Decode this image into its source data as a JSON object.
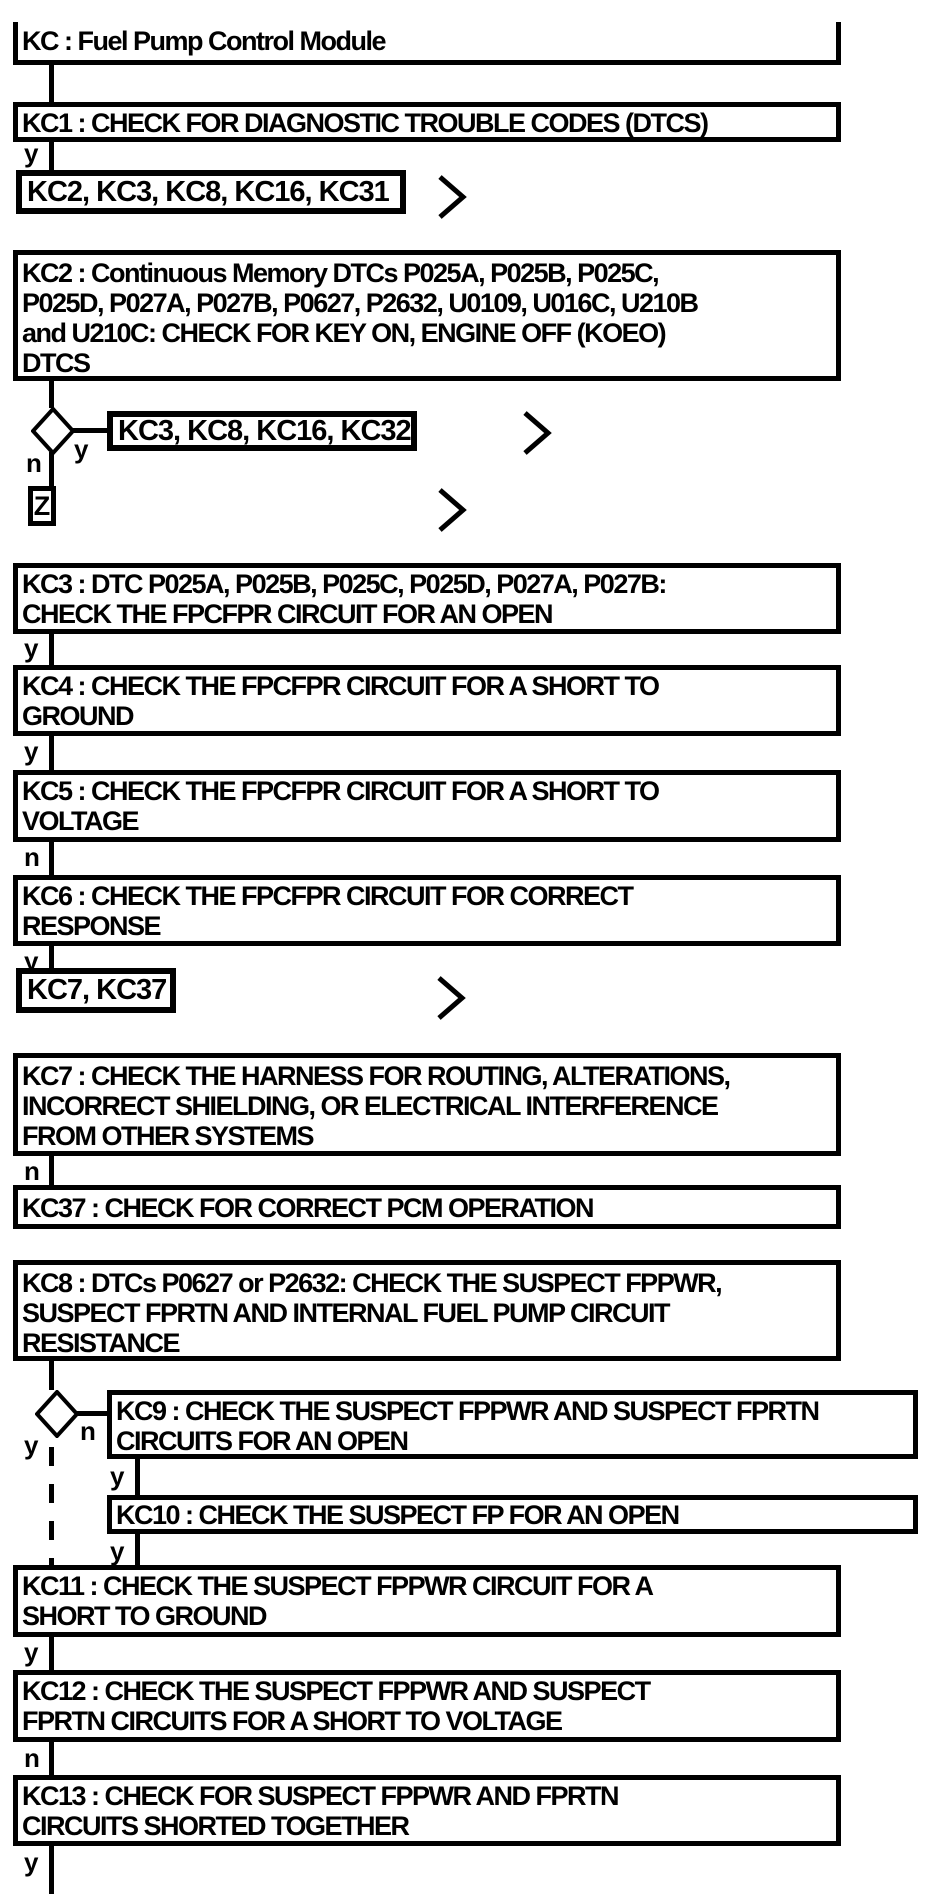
{
  "diagram": {
    "title": {
      "text": "KC : Fuel Pump Control Module"
    },
    "labels": {
      "yes": "y",
      "no": "n"
    },
    "offpage_connector": "Z",
    "links": {
      "l1": "KC2, KC3, KC8, KC16, KC31",
      "l2": "KC3, KC8, KC16, KC32",
      "l3": "KC7, KC37"
    },
    "steps": {
      "kc1": {
        "lines": [
          "KC1 : CHECK FOR DIAGNOSTIC TROUBLE CODES (DTCS)"
        ]
      },
      "kc2": {
        "lines": [
          "KC2 : Continuous Memory DTCs P025A, P025B, P025C,",
          "P025D, P027A, P027B, P0627, P2632, U0109, U016C, U210B",
          "and U210C: CHECK FOR KEY ON, ENGINE OFF (KOEO)",
          "DTCS"
        ]
      },
      "kc3": {
        "lines": [
          "KC3 : DTC P025A, P025B, P025C, P025D, P027A, P027B:",
          "CHECK THE FPCFPR CIRCUIT FOR AN OPEN"
        ]
      },
      "kc4": {
        "lines": [
          "KC4 : CHECK THE FPCFPR CIRCUIT FOR A SHORT TO",
          "GROUND"
        ]
      },
      "kc5": {
        "lines": [
          "KC5 : CHECK THE FPCFPR CIRCUIT FOR A SHORT TO",
          "VOLTAGE"
        ]
      },
      "kc6": {
        "lines": [
          "KC6 : CHECK THE FPCFPR CIRCUIT FOR CORRECT",
          "RESPONSE"
        ]
      },
      "kc7": {
        "lines": [
          "KC7 : CHECK THE HARNESS FOR ROUTING, ALTERATIONS,",
          "INCORRECT SHIELDING, OR ELECTRICAL INTERFERENCE",
          "FROM OTHER SYSTEMS"
        ]
      },
      "kc37": {
        "lines": [
          "KC37 : CHECK FOR CORRECT PCM OPERATION"
        ]
      },
      "kc8": {
        "lines": [
          "KC8 : DTCs P0627 or P2632: CHECK THE SUSPECT FPPWR,",
          "SUSPECT FPRTN AND INTERNAL FUEL PUMP CIRCUIT",
          "RESISTANCE"
        ]
      },
      "kc9": {
        "lines": [
          "KC9 : CHECK THE SUSPECT FPPWR AND SUSPECT FPRTN",
          "CIRCUITS FOR AN OPEN"
        ]
      },
      "kc10": {
        "lines": [
          "KC10 : CHECK THE SUSPECT FP FOR AN OPEN"
        ]
      },
      "kc11": {
        "lines": [
          "KC11 : CHECK THE SUSPECT FPPWR CIRCUIT FOR A",
          "SHORT TO GROUND"
        ]
      },
      "kc12": {
        "lines": [
          "KC12 : CHECK THE SUSPECT FPPWR AND SUSPECT",
          "FPRTN CIRCUITS FOR A SHORT TO VOLTAGE"
        ]
      },
      "kc13": {
        "lines": [
          "KC13 : CHECK FOR SUSPECT FPPWR AND FPRTN",
          "CIRCUITS SHORTED TOGETHER"
        ]
      }
    },
    "colors": {
      "ink": "#000000",
      "background": "#ffffff"
    }
  }
}
